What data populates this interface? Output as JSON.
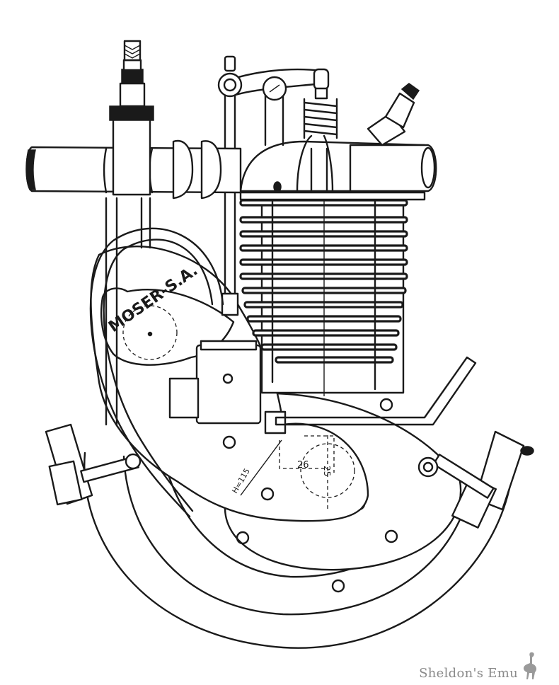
{
  "drawing": {
    "subject": "single-cylinder engine line drawing",
    "maker_label": "MOSER-S.A.",
    "dimensions": {
      "horizontal": "26",
      "vertical": "25",
      "height": "H=115"
    }
  },
  "watermark": {
    "text": "Sheldon's Emu",
    "icon": "emu-icon",
    "color": "#8a8a8a"
  },
  "colors": {
    "ink": "#1a1a1a",
    "paper": "#ffffff"
  }
}
